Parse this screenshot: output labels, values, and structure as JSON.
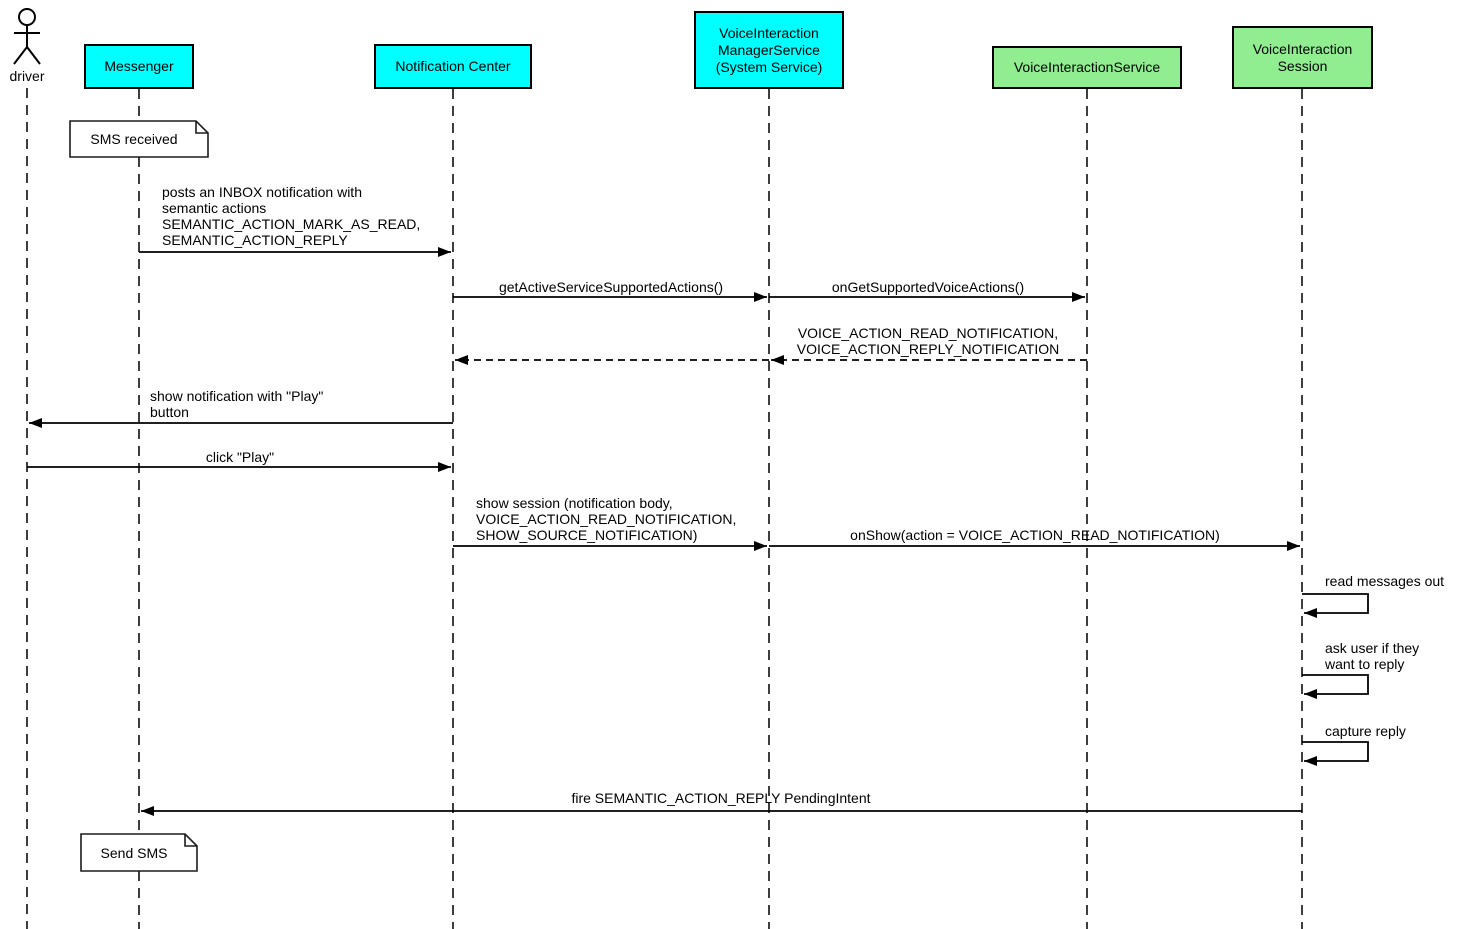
{
  "actor": {
    "label": "driver"
  },
  "participants": [
    {
      "label": "Messenger",
      "color": "#00FFFF"
    },
    {
      "label": "Notification Center",
      "color": "#00FFFF"
    },
    {
      "label": "VoiceInteraction\nManagerService\n(System Service)",
      "color": "#00FFFF"
    },
    {
      "label": "VoiceInteractionService",
      "color": "#90EE90"
    },
    {
      "label": "VoiceInteraction\nSession",
      "color": "#90EE90"
    }
  ],
  "notes": [
    {
      "text": "SMS received"
    },
    {
      "text": "Send SMS"
    }
  ],
  "messages": [
    {
      "from": "Messenger",
      "to": "Notification Center",
      "type": "solid",
      "label": "posts an INBOX notification with\nsemantic actions\nSEMANTIC_ACTION_MARK_AS_READ,\nSEMANTIC_ACTION_REPLY"
    },
    {
      "from": "Notification Center",
      "to": "VoiceInteraction ManagerService (System Service)",
      "type": "solid",
      "label": "getActiveServiceSupportedActions()"
    },
    {
      "from": "VoiceInteraction ManagerService (System Service)",
      "to": "VoiceInteractionService",
      "type": "solid",
      "label": "onGetSupportedVoiceActions()"
    },
    {
      "from": "VoiceInteractionService",
      "to": "Notification Center",
      "type": "dashed-return",
      "label": "VOICE_ACTION_READ_NOTIFICATION,\nVOICE_ACTION_REPLY_NOTIFICATION"
    },
    {
      "from": "Notification Center",
      "to": "driver",
      "type": "solid",
      "label": "show notification with \"Play\"\nbutton"
    },
    {
      "from": "driver",
      "to": "Notification Center",
      "type": "solid",
      "label": "click \"Play\""
    },
    {
      "from": "Notification Center",
      "to": "VoiceInteraction ManagerService (System Service)",
      "type": "solid",
      "label": "show session (notification body,\nVOICE_ACTION_READ_NOTIFICATION,\nSHOW_SOURCE_NOTIFICATION)"
    },
    {
      "from": "VoiceInteraction ManagerService (System Service)",
      "to": "VoiceInteraction Session",
      "type": "solid",
      "label": "onShow(action = VOICE_ACTION_READ_NOTIFICATION)"
    },
    {
      "from": "VoiceInteraction Session",
      "to": "VoiceInteraction Session",
      "type": "self",
      "label": "read messages out"
    },
    {
      "from": "VoiceInteraction Session",
      "to": "VoiceInteraction Session",
      "type": "self",
      "label": "ask user if they\nwant to reply"
    },
    {
      "from": "VoiceInteraction Session",
      "to": "VoiceInteraction Session",
      "type": "self",
      "label": "capture reply"
    },
    {
      "from": "VoiceInteraction Session",
      "to": "Messenger",
      "type": "solid",
      "label": "fire SEMANTIC_ACTION_REPLY PendingIntent"
    }
  ],
  "colors": {
    "participant_cyan": "#00FFFF",
    "participant_green": "#90EE90",
    "line": "#000000",
    "note_fill": "#FFFFFF"
  }
}
